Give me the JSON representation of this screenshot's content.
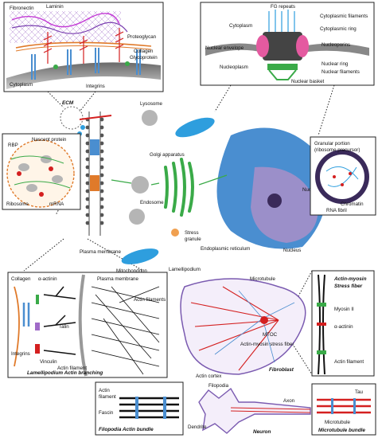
{
  "ecm_inset": {
    "fibronectin": "Fibronectin",
    "laminin": "Laminin",
    "proteoglycan": "Proteoglycan",
    "collagen": "Collagen",
    "glycoprotein": "Glycoprotein",
    "cytoplasm": "Cytoplasm",
    "integrins": "Integrins"
  },
  "npc_inset": {
    "fg_repeats": "FG repeats",
    "cytoplasm": "Cytoplasm",
    "cytoplasmic_filaments": "Cytoplasmic filaments",
    "cytoplasmic_ring": "Cytoplasmic ring",
    "nuclear_envelope": "Nuclear envelope",
    "nucleoporins": "Nucleoporins",
    "nucleoplasm": "Nucleoplasm",
    "nuclear_ring": "Nuclear ring",
    "nuclear_filaments": "Nuclear filaments",
    "nuclear_basket": "Nuclear basket"
  },
  "cell": {
    "ecm": "ECM",
    "lysosome": "Lysosome",
    "golgi": "Golgi apparatus",
    "endosome": "Endosome",
    "stress_granule": "Stress granule",
    "mitochondrion": "Mitochondrion",
    "plasma_membrane": "Plasma membrane",
    "er": "Endoplasmic reticulum",
    "nucleus": "Nucleus",
    "nucleolus": "Nucleolus"
  },
  "ribosome_inset": {
    "rbp": "RBP",
    "nascent_protein": "Nascent protein",
    "ribosome": "Ribosome",
    "mrna": "mRNA"
  },
  "nucleolus_inset": {
    "granular_portion": "Granular portion",
    "ribosome_precursor": "(ribosome precursor)",
    "chromatin": "Chromatin",
    "rna_fibril": "RNA fibril"
  },
  "lamellipodium_inset": {
    "collagen": "Collagen",
    "alpha_actinin": "α-actinin",
    "plasma_membrane": "Plasma membrane",
    "actin_filaments": "Actin filaments",
    "talin": "Talin",
    "integrins": "Integrins",
    "vinculin": "Vinculin",
    "actin_filament": "Actin filament",
    "title": "Lamellipodium Actin branching"
  },
  "fibroblast": {
    "lamellipodium": "Lamellipodium",
    "microtubule": "Microtubule",
    "mtoc": "MTOC",
    "stress_fiber": "Actin-myosin stress fiber",
    "actin_cortex": "Actin cortex",
    "title": "Fibroblast"
  },
  "stress_fiber_inset": {
    "title_line1": "Actin-myosin",
    "title_line2": "Stress fiber",
    "myosin": "Myosin II",
    "alpha_actinin": "α-actinin",
    "actin_filament": "Actin filament"
  },
  "filopodia_inset": {
    "actin_filament_1": "Actin",
    "actin_filament_2": "filament",
    "fascin": "Fascin",
    "title": "Filopodia Actin bundle"
  },
  "neuron": {
    "filopodia": "Filopodia",
    "axon": "Axon",
    "dendrite": "Dendrite",
    "title": "Neuron"
  },
  "microtubule_inset": {
    "tau": "Tau",
    "microtubule": "Microtubule",
    "title": "Microtubule bundle"
  },
  "colors": {
    "nucleus_blue": "#4a8ed0",
    "golgi_green": "#3aaa48",
    "mito_blue": "#2e9ede",
    "actin_red": "#d42020",
    "integrin_blue": "#4a8ed0",
    "nucleolus_purple": "#3a2a5a"
  }
}
